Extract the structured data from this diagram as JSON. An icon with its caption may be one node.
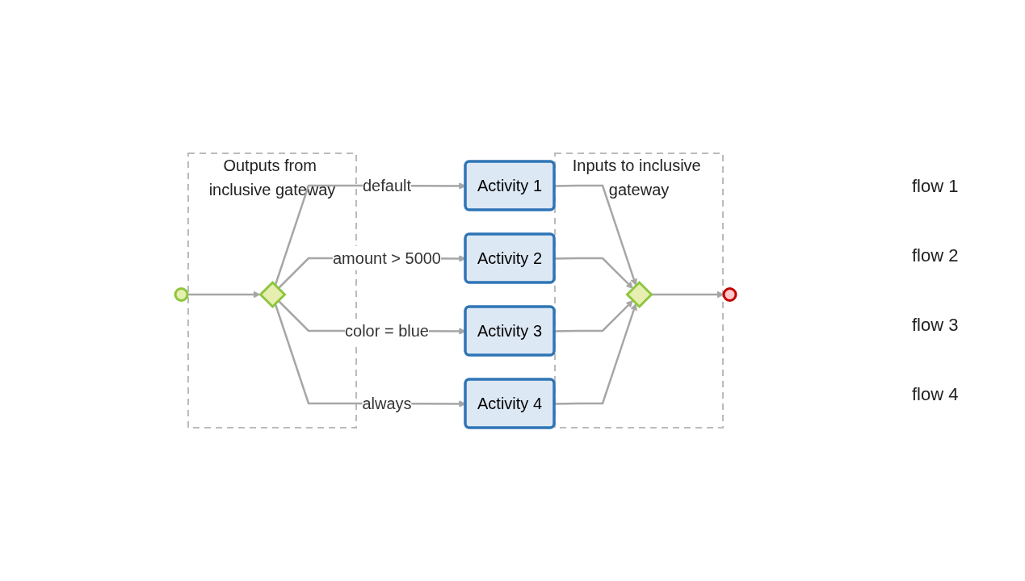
{
  "diagram": {
    "nodes": [
      {
        "text": [],
        "shape": "circle"
      },
      {
        "text": [
          "Outputs from inclusive gateway"
        ]
      },
      {
        "text": [],
        "shape": "diamond",
        "in": 1
      },
      {
        "text": [
          "Activity 1"
        ]
      },
      {
        "text": [
          "Activity 2"
        ]
      },
      {
        "text": [
          "Activity 3"
        ]
      },
      {
        "text": [
          "Activity 4"
        ]
      },
      {
        "text": [
          "Inputs to inclusive gateway"
        ]
      },
      {
        "text": [],
        "shape": "diamond",
        "in": 7
      },
      {
        "text": [],
        "shape": "circle"
      }
    ],
    "edges": [
      {
        "from": 0,
        "to": 2,
        "arrow": "to"
      },
      {
        "from": 2,
        "to": 3,
        "arrow": "to",
        "label": "default"
      },
      {
        "from": 2,
        "to": 4,
        "arrow": "to",
        "label": "amount > 5000"
      },
      {
        "from": 2,
        "to": 5,
        "arrow": "to",
        "label": "color = blue"
      },
      {
        "from": 2,
        "to": 6,
        "arrow": "to",
        "label": "always"
      },
      {
        "from": 3,
        "to": 8,
        "arrow": "to"
      },
      {
        "from": 4,
        "to": 8,
        "arrow": "to"
      },
      {
        "from": 5,
        "to": 8,
        "arrow": "to"
      },
      {
        "from": 6,
        "to": 8,
        "arrow": "to"
      },
      {
        "from": 8,
        "to": 9,
        "arrow": "to"
      }
    ],
    "labels": [
      "flow 1",
      "flow 2",
      "flow 3",
      "flow 4"
    ]
  }
}
